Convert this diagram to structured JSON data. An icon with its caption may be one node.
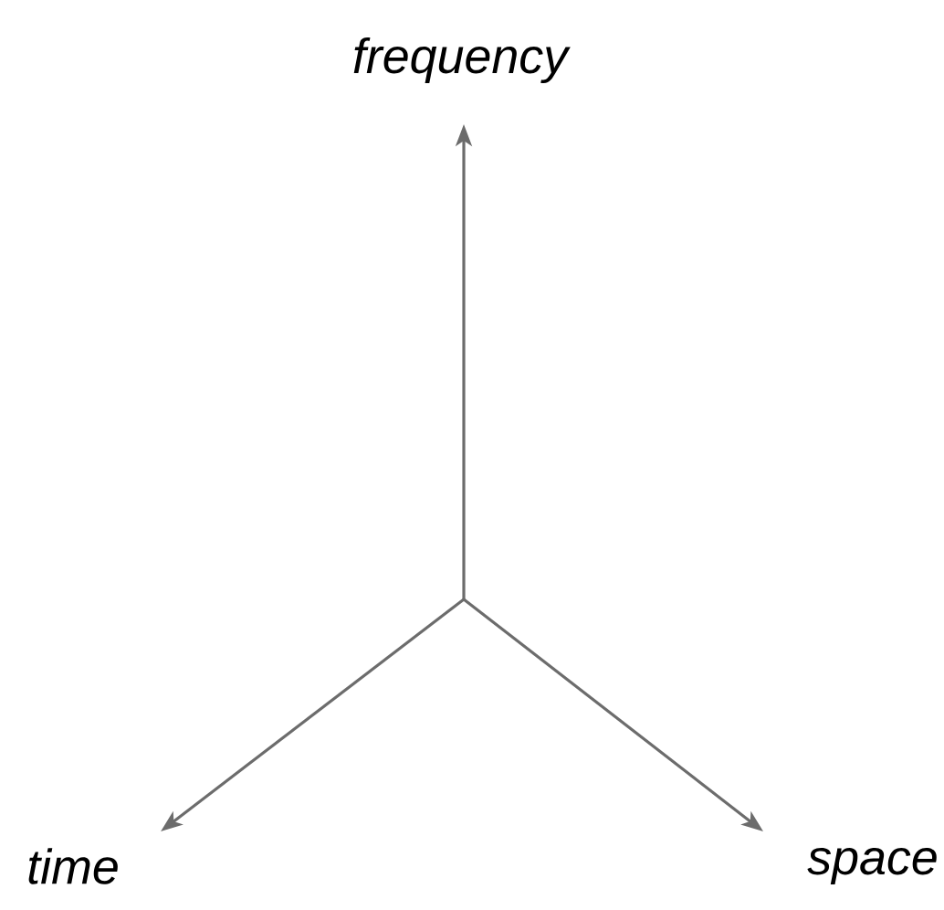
{
  "diagram": {
    "labels": [
      "frequency",
      "time",
      "space"
    ]
  }
}
